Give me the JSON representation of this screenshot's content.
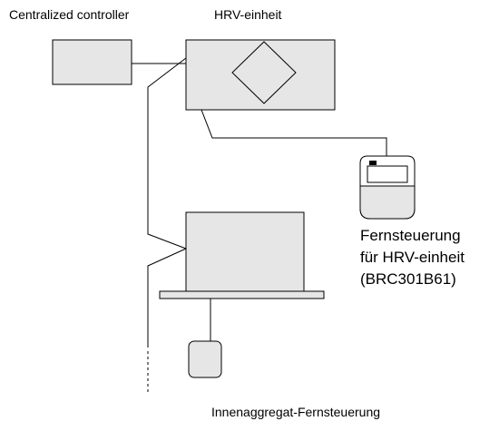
{
  "labels": {
    "centralized_controller": "Centralized controller",
    "hrv_unit": "HRV-einheit",
    "hrv_remote_line1": "Fernsteuerung",
    "hrv_remote_line2": "für HRV-einheit",
    "hrv_remote_line3": "(BRC301B61)",
    "indoor_remote": "Innenaggregat-Fernsteuerung"
  },
  "colors": {
    "box_fill": "#e6e6e6",
    "stroke": "#000000",
    "screen_fill": "#ffffff",
    "indicator": "#000000"
  }
}
